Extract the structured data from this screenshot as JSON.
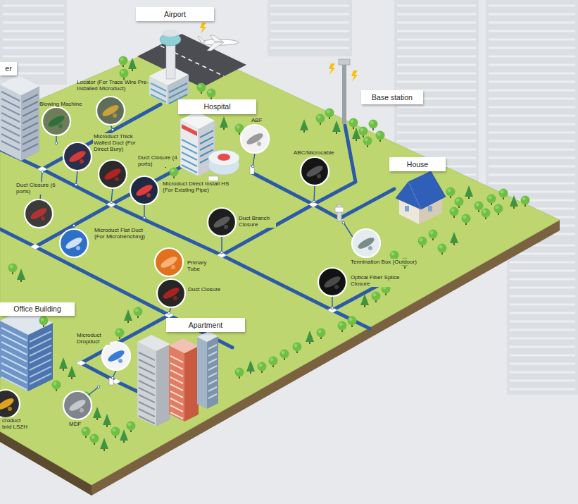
{
  "diagram": {
    "nodes": [
      {
        "text": [
          "Airport"
        ]
      },
      {
        "text": [
          "er"
        ]
      },
      {
        "text": [
          "Base station"
        ]
      },
      {
        "text": [
          "Hospital"
        ]
      },
      {
        "text": [
          "House"
        ]
      },
      {
        "text": [
          "Office Building"
        ]
      },
      {
        "text": [
          "Apartment"
        ]
      }
    ],
    "labels": [
      "Locator (For Trace Wire Pre-Installed Microduct)",
      "Blowing Machine",
      "Microduct Thick Walled Duct (For Direct Bury)",
      "ABF",
      "ABC/Microcable",
      "Duct Closure (4 ports)",
      "Microduct Direct Install HS (For Existing Pipe)",
      "Duct Closure (6 ports)",
      "Duct Branch Closure",
      "Microduct Flat Duct (For Microtrenching)",
      "Primary Tube",
      "Termination Box (Outdoor)",
      "Optical Fiber Splice Closure",
      "Duct Closure",
      "Microduct Dropduct",
      "croduct brid LSZH",
      "MDF"
    ]
  }
}
